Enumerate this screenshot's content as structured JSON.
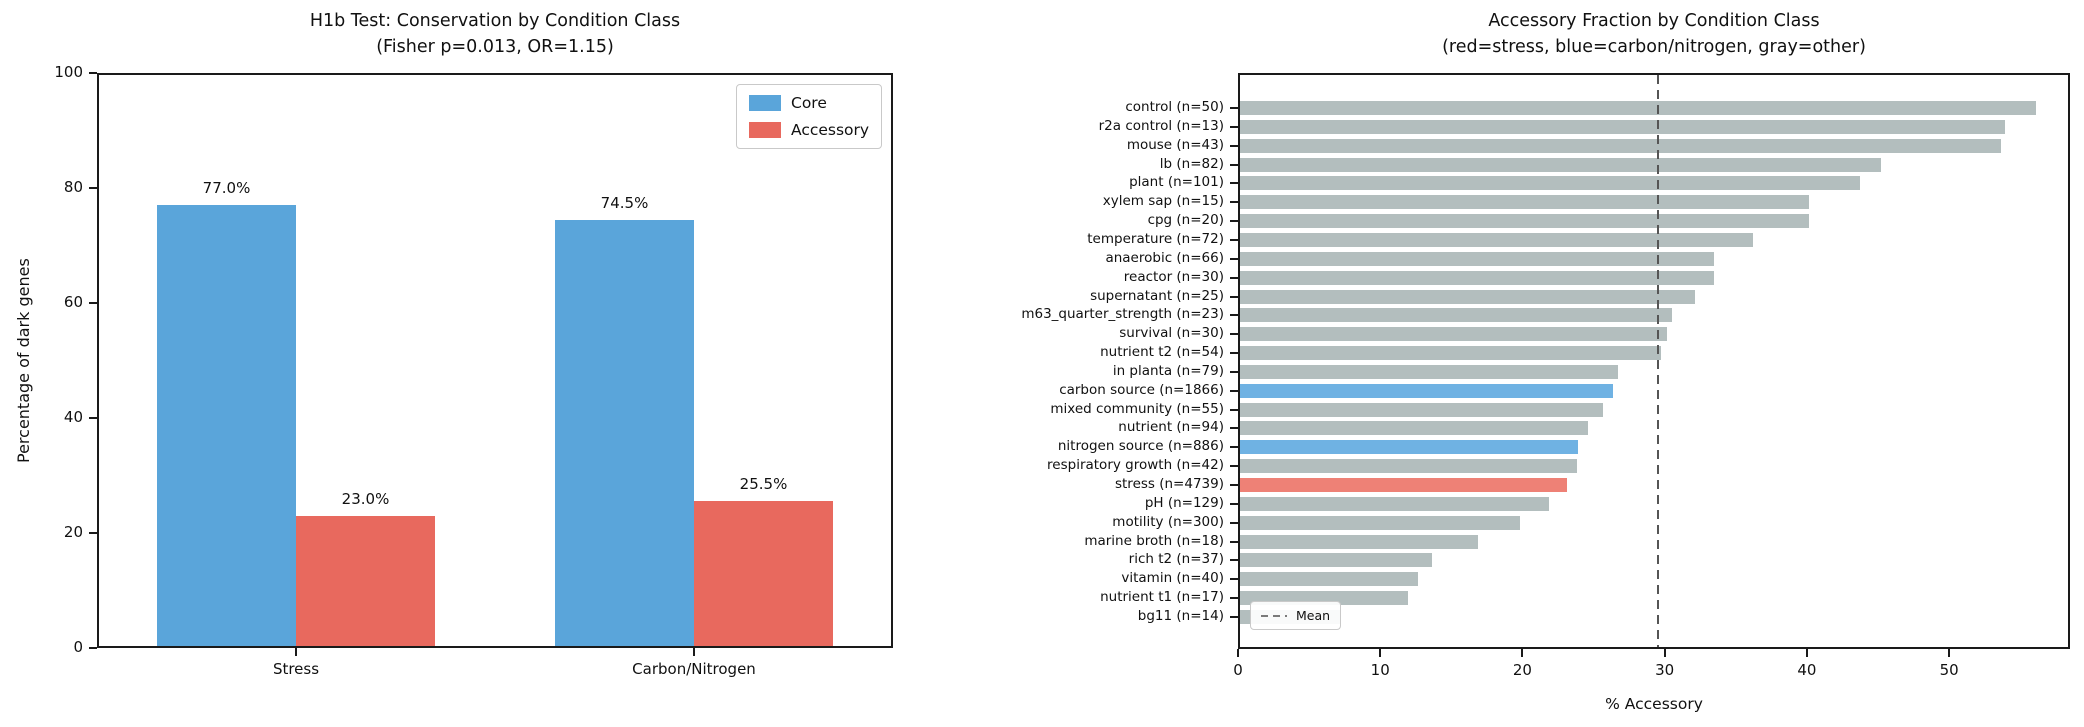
{
  "chart_data": [
    {
      "type": "bar",
      "title": "H1b Test: Conservation by Condition Class",
      "subtitle": "(Fisher p=0.013, OR=1.15)",
      "ylabel": "Percentage of dark genes",
      "ylim": [
        0,
        100
      ],
      "yticks": [
        0,
        20,
        40,
        60,
        80,
        100
      ],
      "categories": [
        "Stress",
        "Carbon/Nitrogen"
      ],
      "series": [
        {
          "name": "Core",
          "color": "#5AA5DA",
          "values": [
            77.0,
            74.5
          ],
          "labels": [
            "77.0%",
            "74.5%"
          ]
        },
        {
          "name": "Accessory",
          "color": "#E8695E",
          "values": [
            23.0,
            25.5
          ],
          "labels": [
            "23.0%",
            "25.5%"
          ]
        }
      ],
      "legend_position": "upper right",
      "grid": false
    },
    {
      "type": "bar-horizontal",
      "title": "Accessory Fraction by Condition Class",
      "subtitle": "(red=stress, blue=carbon/nitrogen, gray=other)",
      "xlabel": "% Accessory",
      "xlim": [
        0,
        58.5
      ],
      "xticks": [
        0,
        10,
        20,
        30,
        40,
        50
      ],
      "mean_value": 29.5,
      "mean_legend_label": "Mean",
      "class_colors": {
        "stress": "#EE8176",
        "carbon_nitrogen": "#6FB2E3",
        "other": "#B3BEBE"
      },
      "bars": [
        {
          "label": "control (n=50)",
          "value": 56.0,
          "class": "other"
        },
        {
          "label": "r2a control (n=13)",
          "value": 53.8,
          "class": "other"
        },
        {
          "label": "mouse (n=43)",
          "value": 53.5,
          "class": "other"
        },
        {
          "label": "lb (n=82)",
          "value": 45.1,
          "class": "other"
        },
        {
          "label": "plant (n=101)",
          "value": 43.6,
          "class": "other"
        },
        {
          "label": "xylem sap (n=15)",
          "value": 40.0,
          "class": "other"
        },
        {
          "label": "cpg (n=20)",
          "value": 40.0,
          "class": "other"
        },
        {
          "label": "temperature (n=72)",
          "value": 36.1,
          "class": "other"
        },
        {
          "label": "anaerobic (n=66)",
          "value": 33.3,
          "class": "other"
        },
        {
          "label": "reactor (n=30)",
          "value": 33.3,
          "class": "other"
        },
        {
          "label": "supernatant (n=25)",
          "value": 32.0,
          "class": "other"
        },
        {
          "label": "m63_quarter_strength (n=23)",
          "value": 30.4,
          "class": "other"
        },
        {
          "label": "survival (n=30)",
          "value": 30.0,
          "class": "other"
        },
        {
          "label": "nutrient t2 (n=54)",
          "value": 29.6,
          "class": "other"
        },
        {
          "label": "in planta (n=79)",
          "value": 26.6,
          "class": "other"
        },
        {
          "label": "carbon source (n=1866)",
          "value": 26.2,
          "class": "carbon_nitrogen"
        },
        {
          "label": "mixed community (n=55)",
          "value": 25.5,
          "class": "other"
        },
        {
          "label": "nutrient (n=94)",
          "value": 24.5,
          "class": "other"
        },
        {
          "label": "nitrogen source (n=886)",
          "value": 23.8,
          "class": "carbon_nitrogen"
        },
        {
          "label": "respiratory growth (n=42)",
          "value": 23.7,
          "class": "other"
        },
        {
          "label": "stress (n=4739)",
          "value": 23.0,
          "class": "stress"
        },
        {
          "label": "pH (n=129)",
          "value": 21.7,
          "class": "other"
        },
        {
          "label": "motility (n=300)",
          "value": 19.7,
          "class": "other"
        },
        {
          "label": "marine broth (n=18)",
          "value": 16.7,
          "class": "other"
        },
        {
          "label": "rich t2 (n=37)",
          "value": 13.5,
          "class": "other"
        },
        {
          "label": "vitamin (n=40)",
          "value": 12.5,
          "class": "other"
        },
        {
          "label": "nutrient t1 (n=17)",
          "value": 11.8,
          "class": "other"
        },
        {
          "label": "bg11 (n=14)",
          "value": 7.1,
          "class": "other"
        }
      ]
    }
  ]
}
